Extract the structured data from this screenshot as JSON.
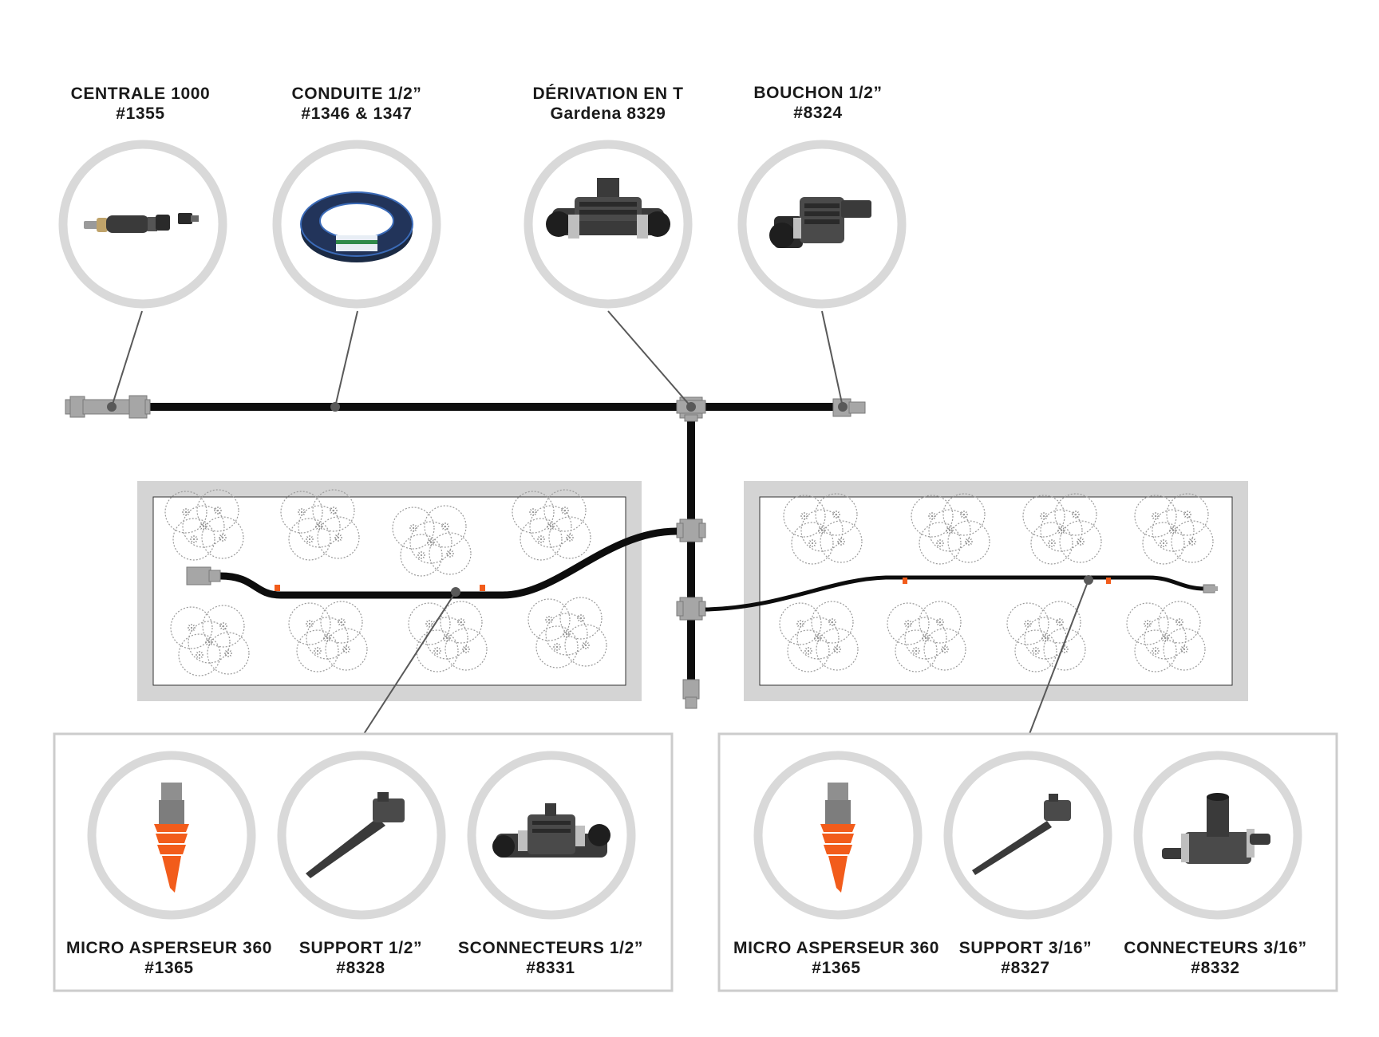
{
  "colors": {
    "pipe": "#0d0d0d",
    "ring": "#d9d9d9",
    "fitting": "#a6a6a6",
    "bed_border": "#d4d4d4",
    "leader": "#595959",
    "emitter": "#f25c1b",
    "plant_outline": "#9a9a9a"
  },
  "top_components": [
    {
      "title": "CENTRALE 1000",
      "code": "#1355",
      "icon": "filter-unit-icon"
    },
    {
      "title": "CONDUITE 1/2”",
      "code": "#1346 & 1347",
      "icon": "hose-coil-icon"
    },
    {
      "title": "DÉRIVATION EN T",
      "code": "Gardena 8329",
      "icon": "tee-connector-icon"
    },
    {
      "title": "BOUCHON 1/2”",
      "code": "#8324",
      "icon": "end-cap-icon"
    }
  ],
  "left_box": [
    {
      "title": "MICRO ASPERSEUR 360",
      "code": "#1365",
      "icon": "micro-sprinkler-icon"
    },
    {
      "title": "SUPPORT 1/2”",
      "code": "#8328",
      "icon": "stake-icon"
    },
    {
      "title": "SCONNECTEURS 1/2”",
      "code": "#8331",
      "icon": "connector-half-inch-icon"
    }
  ],
  "right_box": [
    {
      "title": "MICRO ASPERSEUR 360",
      "code": "#1365",
      "icon": "micro-sprinkler-icon"
    },
    {
      "title": "SUPPORT 3/16”",
      "code": "#8327",
      "icon": "stake-icon"
    },
    {
      "title": "CONNECTEURS 3/16”",
      "code": "#8332",
      "icon": "connector-3-16-icon"
    }
  ]
}
